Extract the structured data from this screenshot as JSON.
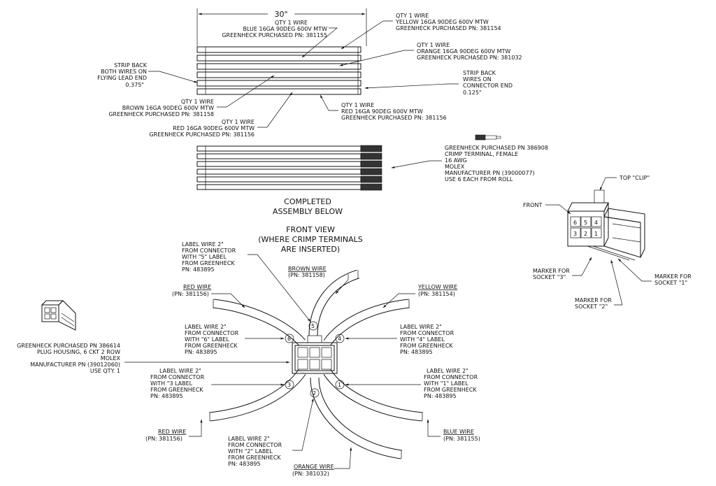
{
  "top": {
    "dimension": "30\"",
    "blue": [
      "QTY 1 WIRE",
      "BLUE 16GA 90DEG 600V MTW",
      "GREENHECK PURCHASED PN: 381155"
    ],
    "yellow": [
      "QTY 1 WIRE",
      "YELLOW 16GA 90DEG 600V MTW",
      "GREENHECK PURCHASED PN: 381154"
    ],
    "orange": [
      "QTY 1 WIRE",
      "ORANGE 16GA 90DEG 600V MTW",
      "GREENHECK PURCHASED PN: 381032"
    ],
    "strip_flying": [
      "STRIP BACK",
      "BOTH WIRES ON",
      "FLYING LEAD END",
      "0.375\""
    ],
    "strip_connector": [
      "STRIP BACK",
      "WIRES ON",
      "CONNECTOR END",
      "0.125\""
    ],
    "brown": [
      "QTY 1 WIRE",
      "BROWN 16GA 90DEG 600V MTW",
      "GREENHECK PURCHASED PN: 381158"
    ],
    "red": [
      "QTY 1 WIRE",
      "RED 16GA 90DEG 600V MTW",
      "GREENHECK PURCHASED PN: 381156"
    ],
    "red2": [
      "QTY 1 WIRE",
      "RED 16GA 90DEG 600V MTW",
      "GREENHECK PURCHASED PN: 381156"
    ]
  },
  "crimp": [
    "GREENHECK PURCHASED PN 386908",
    "CRIMP TERMINAL, FEMALE",
    "16 AWG",
    "MOLEX",
    "MANUFACTURER PN (39000077)",
    "USE 6 EACH FROM ROLL"
  ],
  "completed": [
    "COMPLETED",
    "ASSEMBLY BELOW"
  ],
  "front_view": [
    "FRONT VIEW",
    "(WHERE CRIMP TERMINALS",
    "ARE INSERTED)"
  ],
  "housing_detail": {
    "top_clip": "TOP \"CLIP\"",
    "front": "FRONT",
    "marker3": [
      "MARKER FOR",
      "SOCKET \"3\""
    ],
    "marker1": [
      "MARKER FOR",
      "SOCKET \"1\""
    ],
    "marker2": [
      "MARKER FOR",
      "SOCKET \"2\""
    ],
    "numbers": [
      "6",
      "5",
      "4",
      "3",
      "2",
      "1"
    ]
  },
  "plug": [
    "GREENHECK PURCHASED PN 386614",
    "PLUG HOUSING, 6 CKT 2 ROW",
    "MOLEX",
    "MANUFACTURER PN (39012060)",
    "USE QTY. 1"
  ],
  "labels": {
    "label5": [
      "LABEL WIRE 2\"",
      "FROM CONNECTOR",
      "WITH \"5\" LABEL",
      "FROM GREENHECK",
      "PN: 483895"
    ],
    "label6": [
      "LABEL WIRE 2\"",
      "FROM CONNECTOR",
      "WITH \"6\" LABEL",
      "FROM GREENHECK",
      "PN: 483895"
    ],
    "label3": [
      "LABEL WIRE 2\"",
      "FROM CONNECTOR",
      "WITH \"3 LABEL",
      "FROM GREENHECK",
      "PN: 483895"
    ],
    "label2": [
      "LABEL WIRE 2\"",
      "FROM CONNECTOR",
      "WITH \"2\" LABEL",
      "FROM GREENHECK",
      "PN: 483895"
    ],
    "label4": [
      "LABEL WIRE 2\"",
      "FROM CONNECTOR",
      "WITH \"4\" LABEL",
      "FROM GREENHECK",
      "PN: 483895"
    ],
    "label1": [
      "LABEL WIRE 2\"",
      "FROM CONNECTOR",
      "WITH \"1\" LABEL",
      "FROM GREENHECK",
      "PN: 483895"
    ]
  },
  "wires": {
    "brown": [
      "BROWN WIRE",
      "(PN: 381158)"
    ],
    "red_top": [
      "RED WIRE",
      "(PN: 381156)"
    ],
    "yellow": [
      "YELLOW WIRE",
      "(PN: 381154)"
    ],
    "red_bottom": [
      "RED WIRE",
      "(PN: 381156)"
    ],
    "blue": [
      "BLUE WIRE",
      "(PN: 381155)"
    ],
    "orange": [
      "ORANGE WIRE",
      "(PN: 381032)"
    ]
  },
  "connector_numbers": [
    "5",
    "6",
    "4",
    "3",
    "2",
    "1"
  ]
}
